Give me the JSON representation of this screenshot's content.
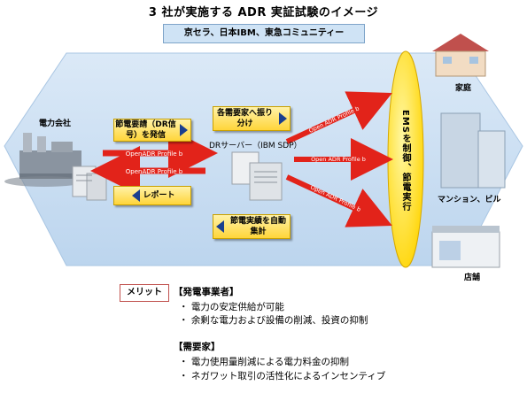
{
  "title": "3 社が実施する ADR 実証試験のイメージ",
  "companies": "京セラ、日本IBM、東急コミュニティー",
  "nodes": {
    "power_company": "電力会社",
    "dr_server": "DRサーバー（IBM SDP）",
    "home": "家庭",
    "mansion": "マンション、ビル",
    "store": "店舗",
    "ems": "EMSを制御、節電実行"
  },
  "boxes": {
    "dr_request": "節電要請（DR信号）を発信",
    "distribute": "各需要家へ振り分け",
    "report": "レポート",
    "aggregate": "節電実績を自動集計"
  },
  "arrows": {
    "openadr_1": "OpenADR Profile b",
    "openadr_2": "OpenADR Profile b",
    "openadr_home": "Open ADR Profile b",
    "openadr_mansion": "Open ADR Profile b",
    "openadr_store": "Open ADR Profile b"
  },
  "merit": {
    "label": "メリット",
    "generator_heading": "【発電事業者】",
    "generator_items": [
      "電力の安定供給が可能",
      "余剰な電力および設備の削減、投資の抑制"
    ],
    "consumer_heading": "【需要家】",
    "consumer_items": [
      "電力使用量削減による電力料金の抑制",
      "ネガワット取引の活性化によるインセンティブ"
    ]
  },
  "colors": {
    "band": "#c9def2",
    "arrow_red": "#e2231a",
    "ems_ellipse": "#ffd400",
    "yellow_box": "#ffd53a",
    "navy_chevron": "#1a3f8f"
  }
}
